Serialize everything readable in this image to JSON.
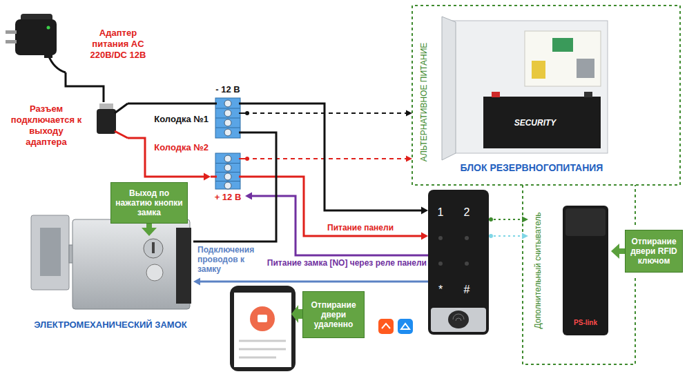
{
  "diagram": {
    "nodes": [
      {
        "text": [
          "Адаптер питания AC 220В/DC 12В"
        ]
      },
      {
        "text": [
          "Разъем подключается к выходу адаптера"
        ]
      },
      {
        "text": [
          "- 12 В"
        ]
      },
      {
        "text": [
          "+ 12 В"
        ]
      },
      {
        "text": [
          "АЛЬТЕРНАТИВНОЕ ПИТАНИЕ",
          "БЛОК РЕЗЕРВНОГОПИТАНИЯ"
        ]
      },
      {
        "text": [
          "ЭЛЕКТРОМЕХАНИЧЕСКИЙ ЗАМОК"
        ]
      },
      {
        "text": [
          "Выход по нажатию кнопки замка"
        ]
      },
      {
        "text": [
          "1",
          "2",
          "*",
          "#"
        ]
      },
      {
        "text": [
          "Отпирание двери удаленно"
        ]
      },
      {
        "text": [
          "Дополнительный считыватель"
        ]
      },
      {
        "text": [
          "Отпирание двери RFID ключом"
        ]
      }
    ],
    "edges": [
      {
        "from": 0,
        "to": 1,
        "arrow": "none"
      },
      {
        "from": 1,
        "to": 2,
        "arrow": "none"
      },
      {
        "from": 1,
        "to": 3,
        "arrow": "to"
      },
      {
        "from": 2,
        "to": 4,
        "arrow": "to"
      },
      {
        "from": 3,
        "to": 4,
        "arrow": "to"
      },
      {
        "from": 2,
        "to": 7,
        "arrow": "to"
      },
      {
        "from": 3,
        "to": 7,
        "label": "Питание панели",
        "arrow": "to"
      },
      {
        "from": 7,
        "to": 3,
        "label": "Питание замка [NO] через реле панели",
        "arrow": "to"
      },
      {
        "from": 7,
        "to": 5,
        "label": "Подключения проводов к замку",
        "arrow": "to"
      },
      {
        "from": 2,
        "to": 5,
        "arrow": "none"
      },
      {
        "from": 6,
        "to": 5,
        "arrow": "to"
      },
      {
        "from": 7,
        "to": 9,
        "arrow": "to"
      },
      {
        "from": 7,
        "to": 9,
        "arrow": "to"
      },
      {
        "from": 10,
        "to": 9,
        "arrow": "to"
      }
    ],
    "labels": [
      "Колодка №1",
      "Колодка №2",
      "SECURITY",
      "PS-link"
    ]
  }
}
